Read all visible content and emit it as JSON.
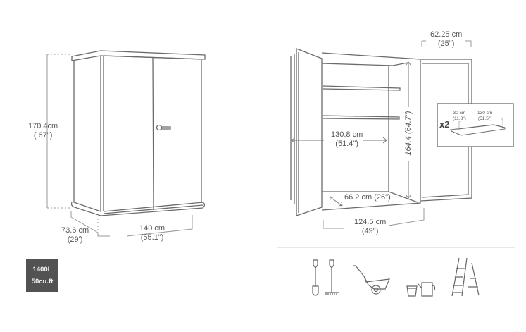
{
  "closed_shed": {
    "height": {
      "cm": "170.4cm",
      "in": "( 67\")"
    },
    "depth": {
      "cm": "73.6 cm",
      "in": "(29')"
    },
    "width": {
      "cm": "140 cm",
      "in": "(55.1\")"
    }
  },
  "open_shed": {
    "door_width": {
      "cm": "62.25 cm",
      "in": "(25\")"
    },
    "interior_width": {
      "cm": "130.8 cm",
      "in": "(51.4\")"
    },
    "interior_height": "164.4 (64.7\")",
    "interior_depth": "66.2 cm (26\")",
    "floor_width": {
      "cm": "124.5 cm",
      "in": "(49\")"
    }
  },
  "shelf_inset": {
    "quantity": "x2",
    "depth": {
      "cm": "30 cm",
      "in": "(11.8\")"
    },
    "length": {
      "cm": "130 cm",
      "in": "(51.5\")"
    }
  },
  "capacity_badge": {
    "liters": "1400L",
    "cuft": "50cu.ft"
  },
  "usage_icons": [
    "shovel-rake-icon",
    "wheelbarrow-icon",
    "bucket-watering-can-icon",
    "ladder-icon"
  ],
  "colors": {
    "line": "#6b6b6b",
    "badge_bg": "#525252",
    "text": "#555555"
  }
}
